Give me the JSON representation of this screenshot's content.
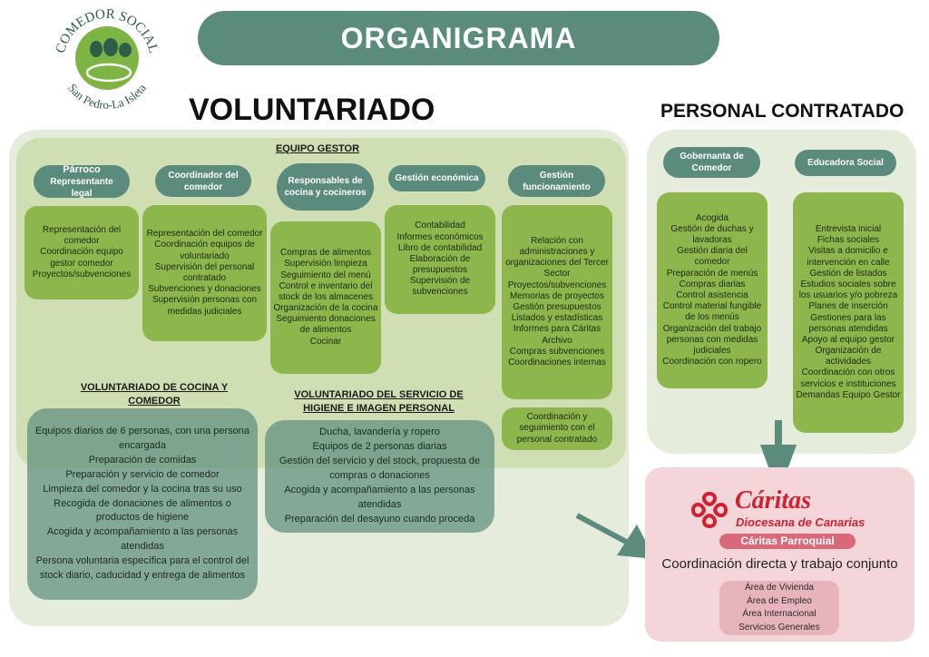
{
  "logo": {
    "top_text": "COMEDOR SOCIAL",
    "bottom_text": "San Pedro-La Isleta"
  },
  "title": "ORGANIGRAMA",
  "voluntariado_heading": "VOLUNTARIADO",
  "personal_heading": "PERSONAL CONTRATADO",
  "equipo_gestor": {
    "title": "EQUIPO GESTOR",
    "roles": [
      {
        "label": "Párroco",
        "sublabel": "Representante legal",
        "tasks": [
          "Representación del comedor",
          "Coordinación equipo gestor comedor",
          "Proyectos/subvenciones"
        ]
      },
      {
        "label": "Coordinador del comedor",
        "tasks": [
          "Representación del comedor",
          "Coordinación equipos de voluntariado",
          "Supervisión del personal contratado",
          "Subvenciones y donaciones",
          "Supervisión personas con medidas judiciales"
        ]
      },
      {
        "label": "Responsables de cocina y cocineros",
        "tasks": [
          "Compras de alimentos",
          "Supervisión limpieza",
          "Seguimiento  del menú",
          "Control e inventario del stock de los almacenes",
          "Organización de la cocina",
          "Seguimiento donaciones de alimentos",
          "Cocinar"
        ]
      },
      {
        "label": "Gestión económica",
        "tasks": [
          "Contabilidad",
          "Informes económicos",
          "Libro de contabilidad",
          "Elaboración de presupuestos",
          "Supervisión de subvenciones"
        ]
      },
      {
        "label": "Gestión funcionamiento",
        "tasks": [
          "Relación con administraciones y organizaciones del Tercer Sector",
          "Proyectos/subvenciones",
          "Memorias de proyectos",
          "Gestión presupuestos",
          "Listados y estadísticas",
          "Informes para Cáritas",
          "Archivo",
          "Compras subvenciones",
          "Coordinaciones internas"
        ],
        "extra": "Coordinación y seguimiento con el personal contratado"
      }
    ]
  },
  "vol_cocina": {
    "title": "VOLUNTARIADO DE COCINA Y COMEDOR",
    "tasks": [
      "Equipos diarios de 6 personas, con una persona encargada",
      "Preparación de comidas",
      "Preparación y servicio de comedor",
      "Limpieza del comedor y la cocina tras su uso",
      "Recogida de donaciones de alimentos o productos de higiene",
      "Acogida y acompañamiento a las personas atendidas",
      "Persona voluntaria específica para el control del stock diario, caducidad y entrega de alimentos"
    ]
  },
  "vol_higiene": {
    "title": "VOLUNTARIADO DEL SERVICIO DE HIGIENE E IMAGEN PERSONAL",
    "tasks": [
      "Ducha, lavandería y ropero",
      "Equipos de 2 personas diarias",
      "Gestión del servicio y del stock, propuesta de compras o donaciones",
      "Acogida y acompañamiento a las personas atendidas",
      "Preparación del desayuno cuando proceda"
    ]
  },
  "personal": [
    {
      "label": "Gobernanta de Comedor",
      "tasks": [
        "Acogida",
        "Gestión de duchas y lavadoras",
        "Gestión diaria del comedor",
        "Preparación de menús",
        "Compras diarias",
        "Control asistencia",
        "Control material fungible de los menús",
        "Organización del trabajo personas con medidas judiciales",
        "Coordinación con ropero"
      ]
    },
    {
      "label": "Educadora Social",
      "tasks": [
        "Entrevista inicial",
        "Fichas sociales",
        "Visitas a domicilio e intervención en calle",
        "Gestión de listados",
        "Estudios sociales sobre los usuarios y/o pobreza",
        "Planes de inserción",
        "Gestiones para las personas atendidas",
        "Apoyo al equipo gestor",
        "Organización de actividades",
        "Coordinación con otros servicios e instituciones",
        "Demandas Equipo Gestor"
      ]
    }
  ],
  "caritas": {
    "name": "Cáritas",
    "diocese": "Diocesana de Canarias",
    "badge": "Cáritas Parroquial",
    "coordination": "Coordinación directa y trabajo conjunto",
    "areas": [
      "Área de Vivienda",
      "Área de Empleo",
      "Área Internacional",
      "Servicios Generales"
    ]
  },
  "colors": {
    "teal": "#5b8b7d",
    "green": "#8db64c",
    "panel": "#e6ecdc",
    "caritas_red": "#d3202f",
    "pink": "#f4d6da"
  }
}
